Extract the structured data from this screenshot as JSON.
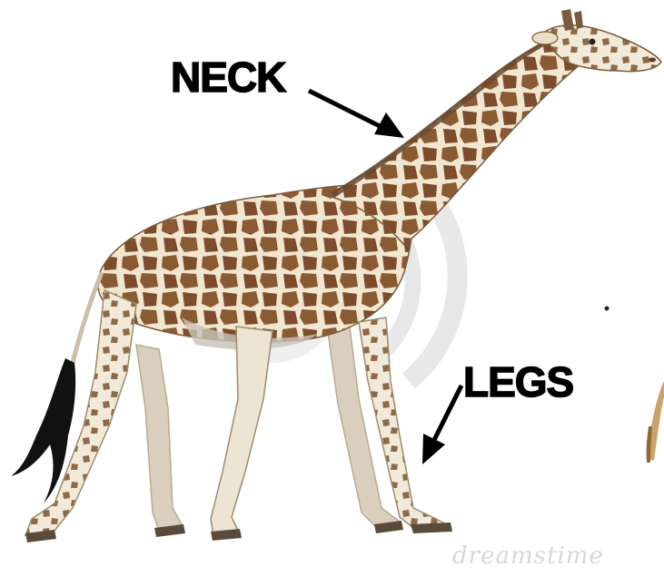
{
  "image": {
    "subject": "giraffe",
    "labels": {
      "neck": "NECK",
      "legs": "LEGS"
    },
    "watermark": "dreamstime",
    "colors": {
      "coat_base": "#f1e6cf",
      "patch": "#8a5a33",
      "patch_dark": "#6f4326",
      "tail_tuft": "#111111",
      "ghost_logo": "#e6e6e6",
      "label_text": "#000000"
    }
  }
}
